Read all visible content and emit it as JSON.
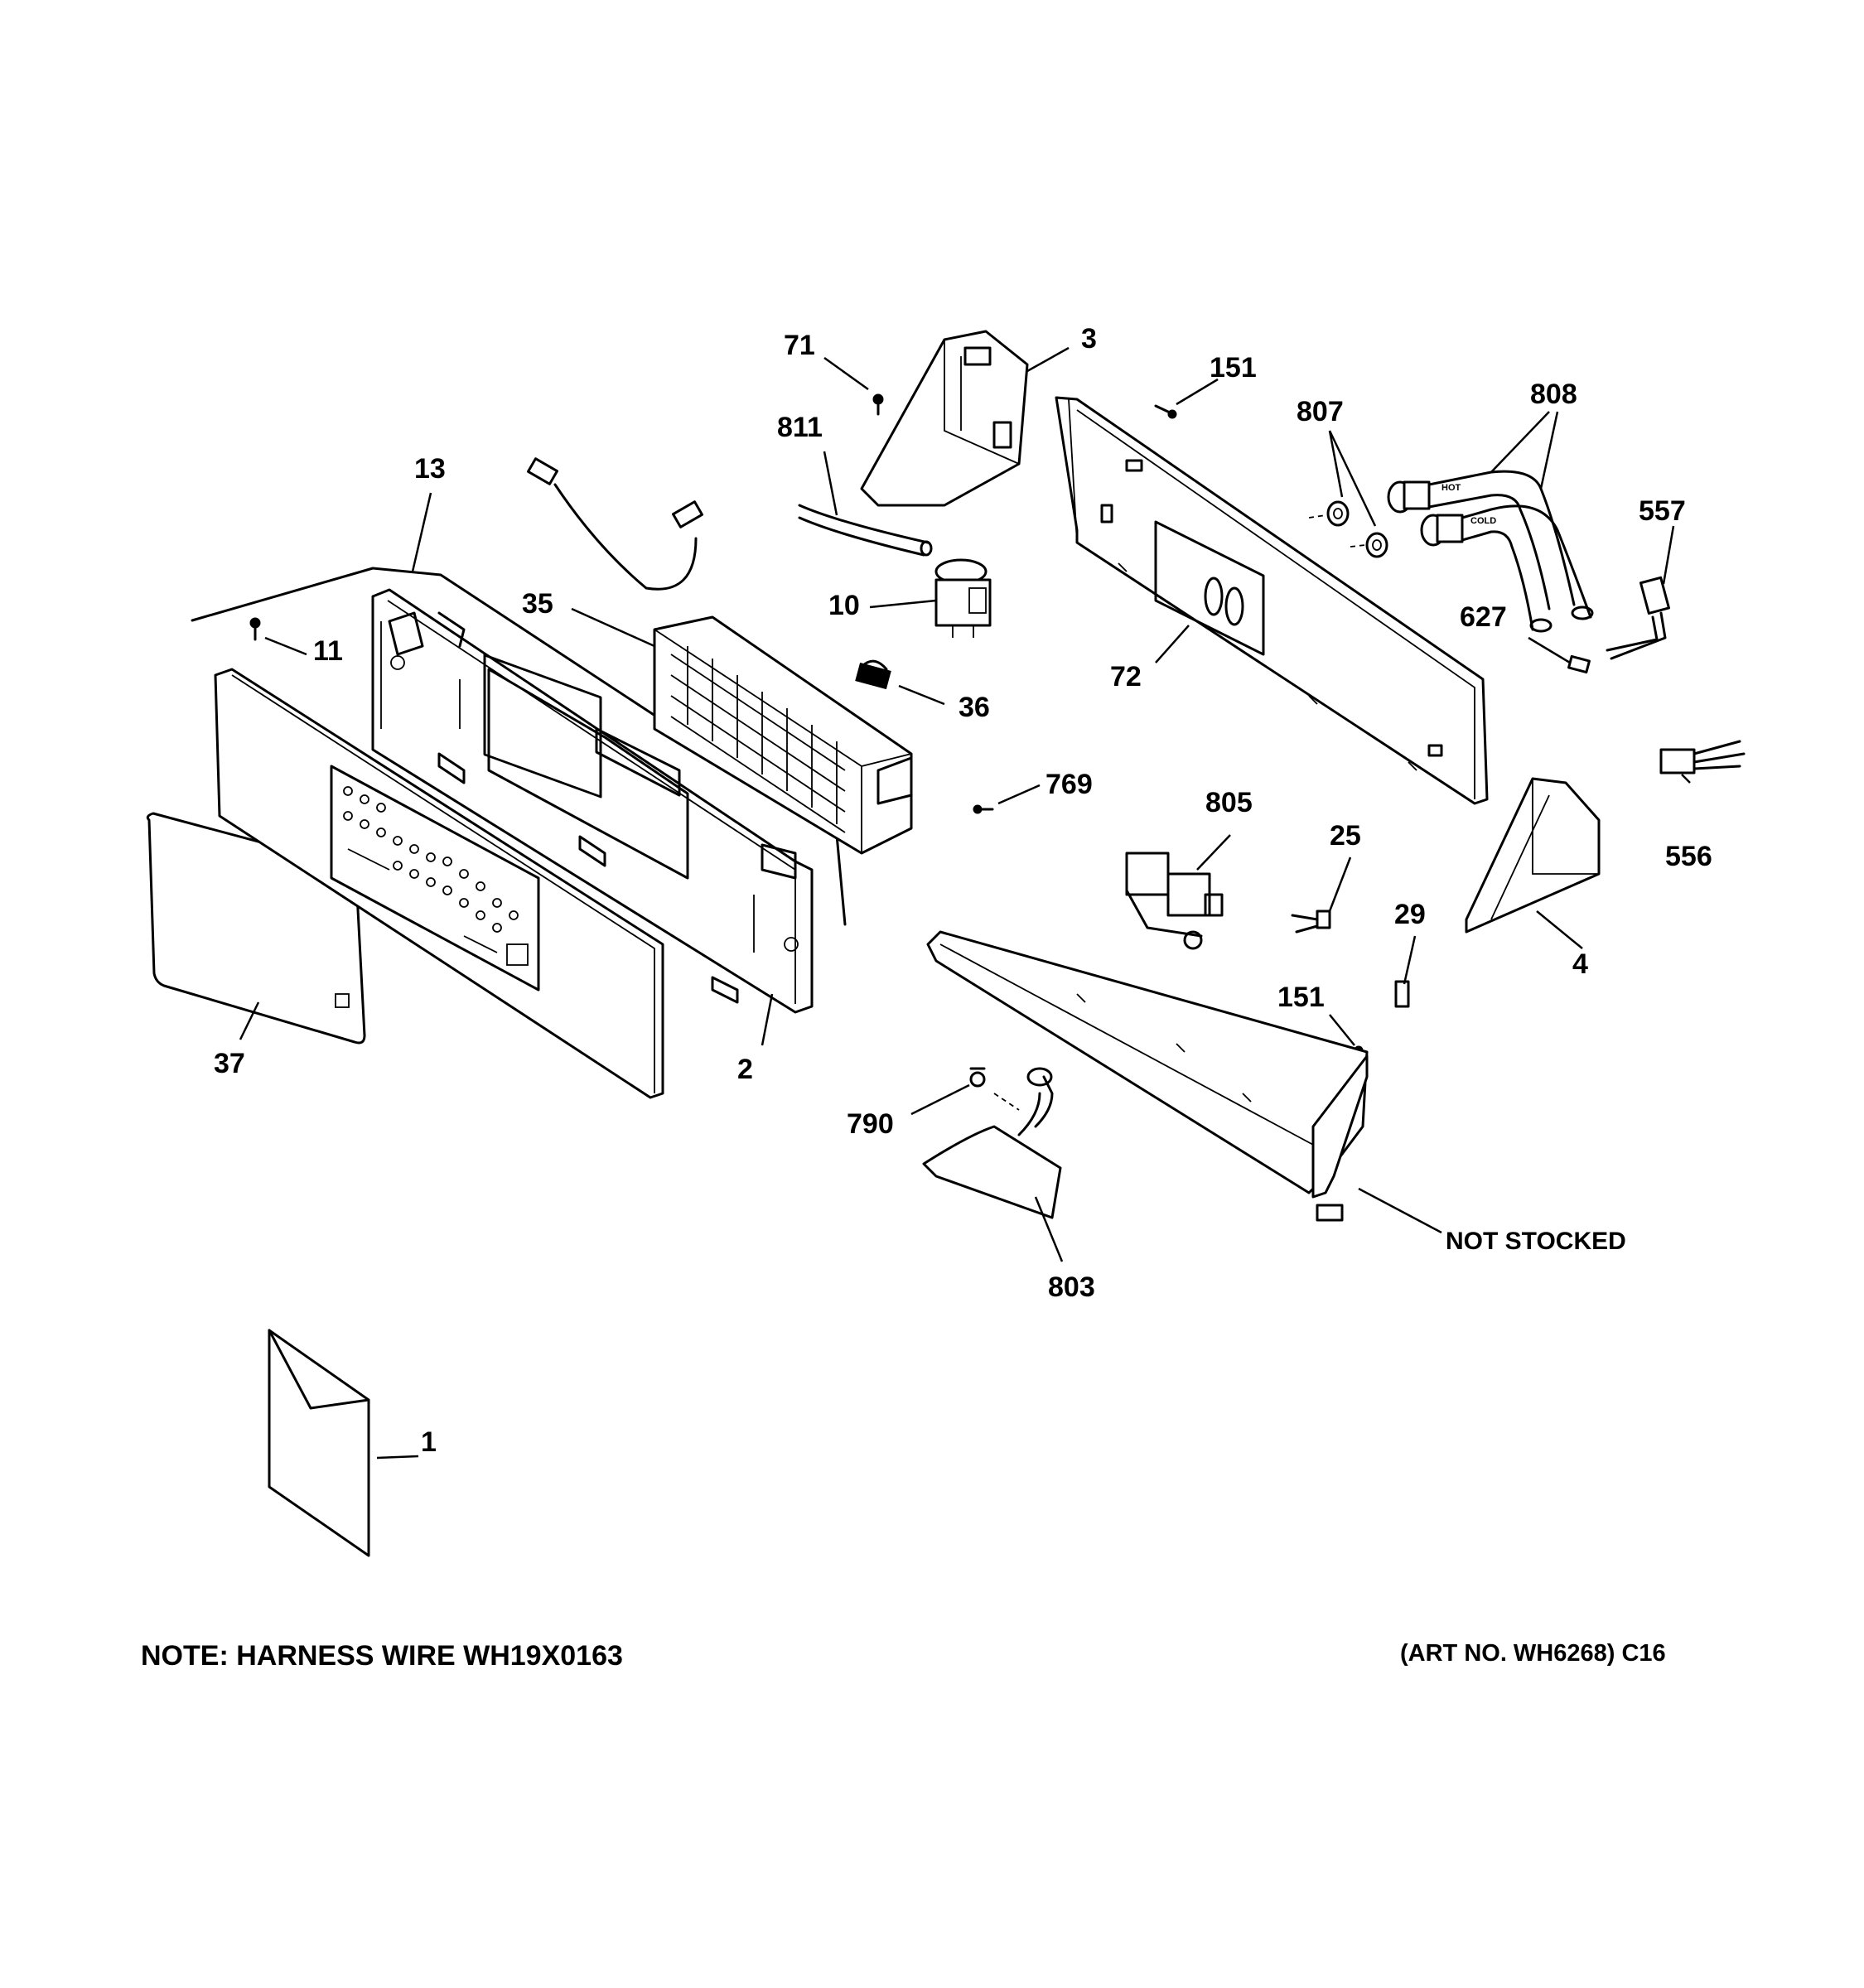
{
  "diagram": {
    "callouts": {
      "c71": "71",
      "c3": "3",
      "c151a": "151",
      "c807": "807",
      "c808": "808",
      "c811": "811",
      "c13": "13",
      "c557": "557",
      "c35": "35",
      "c10": "10",
      "c627": "627",
      "c11": "11",
      "c72": "72",
      "c36": "36",
      "c769": "769",
      "c805": "805",
      "c25": "25",
      "c556": "556",
      "c29": "29",
      "c4": "4",
      "c151b": "151",
      "c37": "37",
      "c2": "2",
      "c790": "790",
      "c_not_stocked": "NOT STOCKED",
      "c803": "803",
      "c1": "1"
    },
    "hose_labels": {
      "hot": "HOT",
      "cold": "COLD"
    },
    "note": "NOTE: HARNESS WIRE WH19X0163",
    "art_number": "(ART NO. WH6268) C16"
  }
}
